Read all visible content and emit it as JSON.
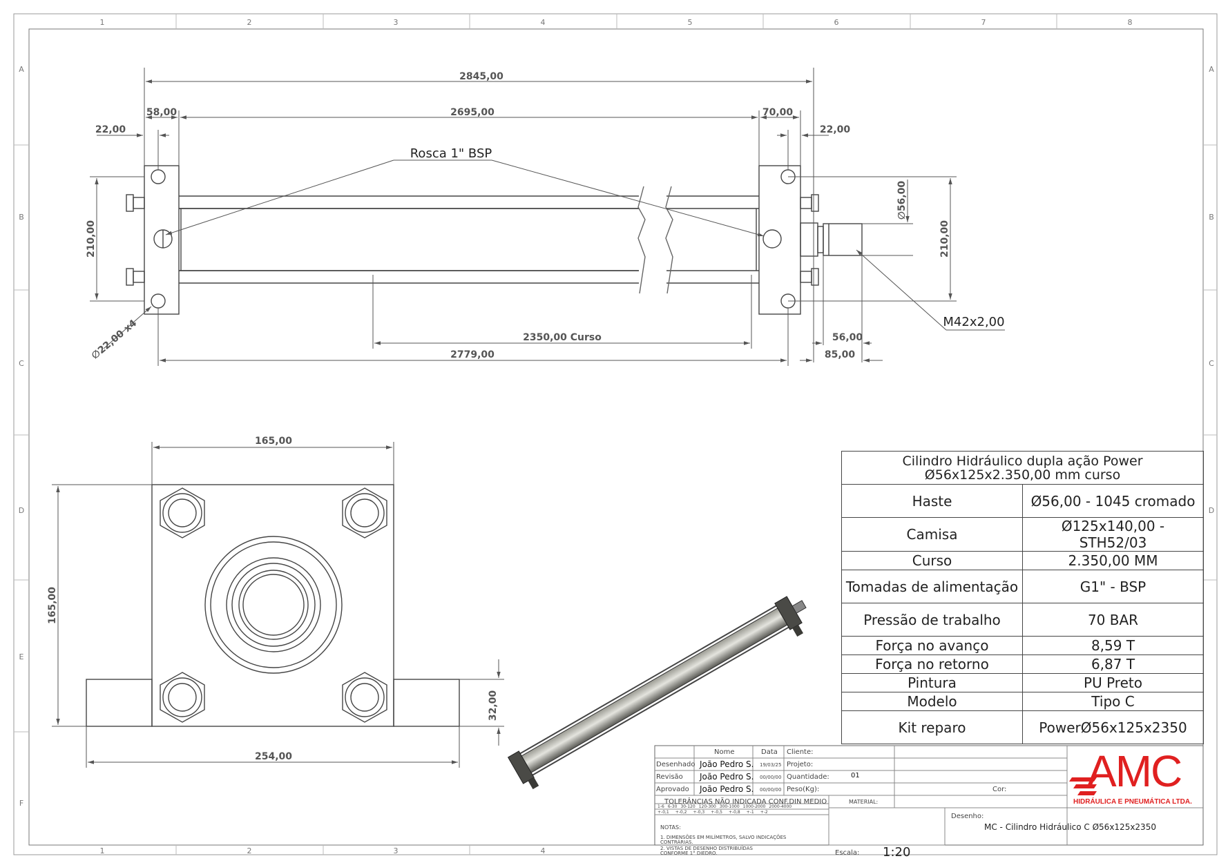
{
  "border": {
    "col_labels": [
      "1",
      "2",
      "3",
      "4",
      "5",
      "6",
      "7",
      "8"
    ],
    "row_labels": [
      "A",
      "B",
      "C",
      "D",
      "E",
      "F"
    ]
  },
  "top_view": {
    "dims": {
      "overall": "2845,00",
      "barrel": "2695,00",
      "left_head": "58,00",
      "right_head": "70,00",
      "left_offset": "22,00",
      "right_offset": "22,00",
      "height_left": "210,00",
      "height_right": "210,00",
      "rod_diameter": "∅56,00",
      "hole": "∅22,00 x4",
      "stroke": "2350,00 Curso",
      "total_length": "2779,00",
      "rod_len": "56,00",
      "rod_ext": "85,00"
    },
    "callouts": {
      "port": "Rosca 1\" BSP",
      "thread": "M42x2,00"
    }
  },
  "end_view": {
    "dims": {
      "width": "165,00",
      "height": "165,00",
      "foot": "32,00",
      "base": "254,00"
    }
  },
  "spec_table": {
    "title_line1": "Cilindro Hidráulico dupla ação Power",
    "title_line2": "Ø56x125x2.350,00 mm curso",
    "rows": [
      {
        "label": "Haste",
        "value": "Ø56,00 - 1045 cromado"
      },
      {
        "label": "Camisa",
        "value": "Ø125x140,00 - STH52/03"
      },
      {
        "label": "Curso",
        "value": "2.350,00 MM"
      },
      {
        "label": "Tomadas de alimentação",
        "value": "G1\" - BSP"
      },
      {
        "label": "Pressão de trabalho",
        "value": "70 BAR"
      },
      {
        "label": "Força no avanço",
        "value": "8,59 T"
      },
      {
        "label": "Força no retorno",
        "value": "6,87 T"
      },
      {
        "label": "Pintura",
        "value": "PU Preto"
      },
      {
        "label": "Modelo",
        "value": "Tipo C"
      },
      {
        "label": "Kit reparo",
        "value": "PowerØ56x125x2350"
      }
    ]
  },
  "title_block": {
    "col_nome": "Nome",
    "col_data": "Data",
    "desenhado_label": "Desenhado",
    "desenhado_nome": "João Pedro S.",
    "desenhado_data": "19/03/25",
    "revisao_label": "Revisão",
    "revisao_nome": "João Pedro S.",
    "revisao_data": "00/00/00",
    "aprovado_label": "Aprovado",
    "aprovado_nome": "João Pedro S.",
    "aprovado_data": "00/00/00",
    "cliente_label": "Cliente:",
    "projeto_label": "Projeto:",
    "quantidade_label": "Quantidade:",
    "quantidade_value": "01",
    "peso_label": "Peso(Kg):",
    "cor_label": "Cor:",
    "material_label": "MATERIAL:",
    "tolerancias": "TOLERÂNCIAS NÃO INDICADA CONF.DIN MEDIO",
    "tol_ranges": [
      "1-6",
      "6-30",
      "30-120",
      "120-300",
      "300-1000",
      "1000-2000",
      "2000-4000"
    ],
    "tol_values": [
      "+-0,1",
      "+-0,2",
      "+-0,3",
      "+-0,5",
      "+-0,8",
      "+-1",
      "+-2"
    ],
    "notas_label": "NOTAS:",
    "nota1": "1. DIMENSÕES EM MILÍMETROS, SALVO INDICAÇÕES",
    "nota1b": "CONTRÁRIAS.",
    "nota2": "2. VISTAS DE DESENHO DISTRIBUÍDAS",
    "nota2b": "CONFORME 1° DIEDRO.",
    "desenho_label": "Desenho:",
    "desenho_value": "MC - Cilindro Hidráulico C Ø56x125x2350",
    "escala_label": "Escala:",
    "escala_value": "1:20",
    "logo_text": "AMC",
    "logo_sub": "HIDRÁULICA E PNEUMÁTICA LTDA.",
    "logo_color": "#e02020"
  }
}
